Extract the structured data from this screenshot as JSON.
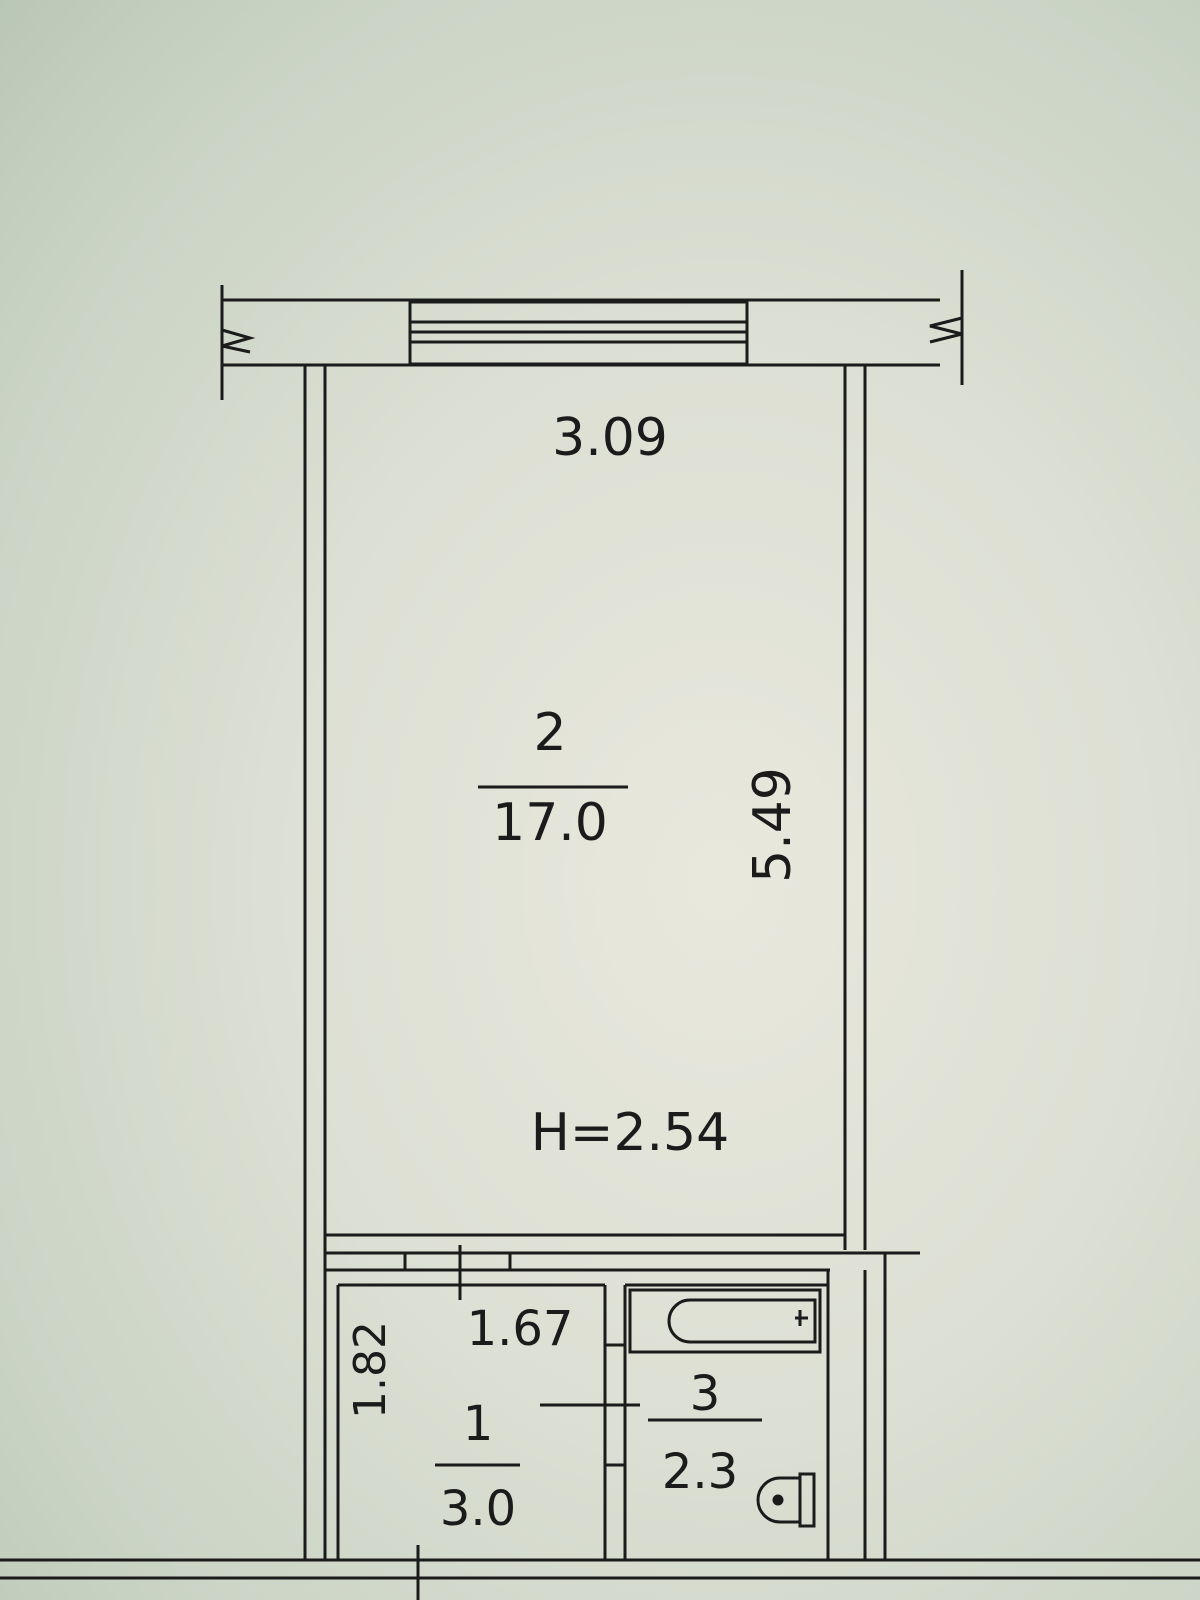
{
  "labels": {
    "main_room_width": "3.09",
    "main_room_number": "2",
    "main_room_area": "17.0",
    "main_room_length": "5.49",
    "ceiling_height": "H=2.54",
    "hall_width": "1.67",
    "hall_length": "1.82",
    "hall_number": "1",
    "hall_area": "3.0",
    "bath_number": "3",
    "bath_area": "2.3"
  },
  "colors": {
    "line": "#1b1b1b",
    "paper": "#e6e6dc",
    "wall_fill": "#e9e9e1"
  }
}
